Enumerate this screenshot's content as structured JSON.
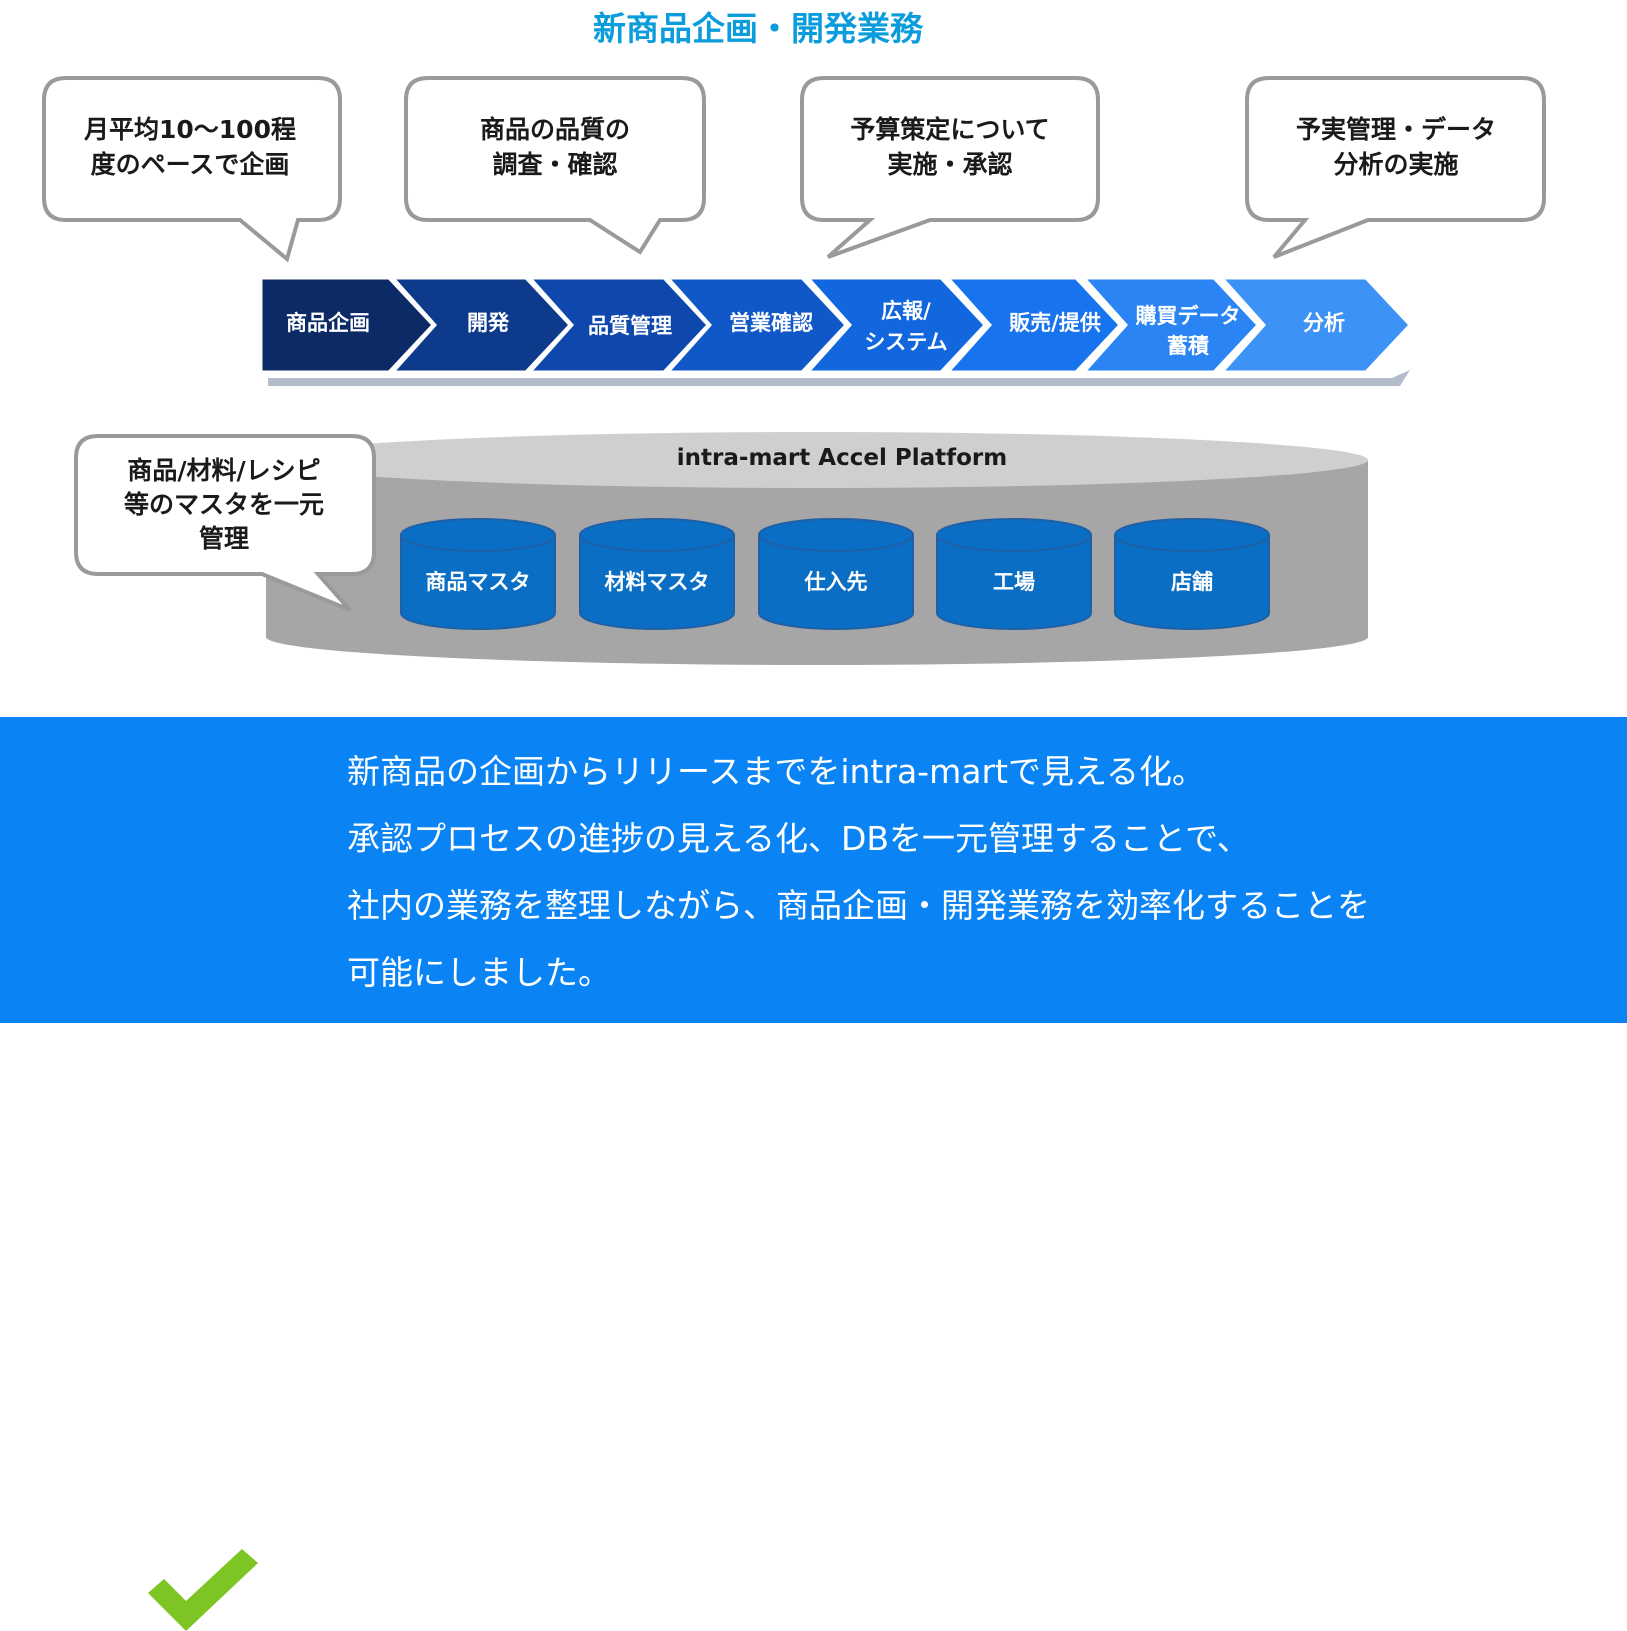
{
  "title": "新商品企画・開発業務",
  "bubbles": [
    {
      "lines": [
        "月平均10～100程",
        "度のペースで企画"
      ]
    },
    {
      "lines": [
        "商品の品質の",
        "調査・確認"
      ]
    },
    {
      "lines": [
        "予算策定について",
        "実施・承認"
      ]
    },
    {
      "lines": [
        "予実管理・データ",
        "分析の実施"
      ]
    }
  ],
  "master_bubble": {
    "lines": [
      "商品/材料/レシピ",
      "等のマスタを一元",
      "管理"
    ]
  },
  "process_steps": [
    {
      "lines": [
        "商品企画"
      ],
      "color": "#0c2a66"
    },
    {
      "lines": [
        "開発"
      ],
      "color": "#0e3a8c"
    },
    {
      "lines": [
        "品質管理"
      ],
      "color": "#0f48ad"
    },
    {
      "lines": [
        "営業確認"
      ],
      "color": "#1057c8"
    },
    {
      "lines": [
        "広報/",
        "システム"
      ],
      "color": "#1266de"
    },
    {
      "lines": [
        "販売/提供"
      ],
      "color": "#1773ee"
    },
    {
      "lines": [
        "購買データ",
        "蓄積"
      ],
      "color": "#2a84f3"
    },
    {
      "lines": [
        "分析"
      ],
      "color": "#3d92f6"
    }
  ],
  "platform": {
    "label": "intra-mart Accel Platform",
    "databases": [
      "商品マスタ",
      "材料マスタ",
      "仕入先",
      "工場",
      "店舗"
    ]
  },
  "colors": {
    "title": "#0b9cdc",
    "bubble_border": "#9a9a9a",
    "platform_body": "#a6a6a6",
    "platform_top": "#cfcfcf",
    "db_fill": "#0a6fc4",
    "band": "#0a84f5",
    "check": "#7cc524"
  },
  "summary": {
    "lines": [
      "新商品の企画からリリースまでをintra-martで見える化。",
      "承認プロセスの進捗の見える化、DBを一元管理することで、",
      "社内の業務を整理しながら、商品企画・開発業務を効率化することを",
      "可能にしました。"
    ]
  },
  "icons": {
    "check": "checkmark-icon"
  }
}
